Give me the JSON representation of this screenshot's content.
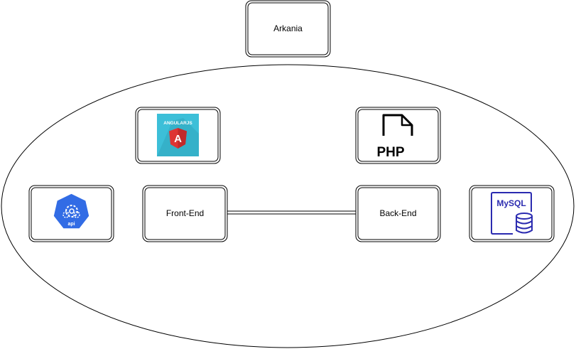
{
  "nodes": {
    "arkania": {
      "label": "Arkania"
    },
    "frontend": {
      "label": "Front-End"
    },
    "backend": {
      "label": "Back-End"
    }
  },
  "icons": {
    "angular": {
      "name": "angularjs-logo-icon",
      "text": "ANGULARJS",
      "glyph": "A",
      "bg_color": "#3cbfd8",
      "shield_color": "#dd3434"
    },
    "php": {
      "name": "php-file-icon",
      "text": "PHP"
    },
    "api": {
      "name": "kubernetes-api-icon",
      "text": "api",
      "color": "#326ce5"
    },
    "mysql": {
      "name": "mysql-database-icon",
      "text": "MySQL",
      "color": "#2b2bb0"
    }
  }
}
